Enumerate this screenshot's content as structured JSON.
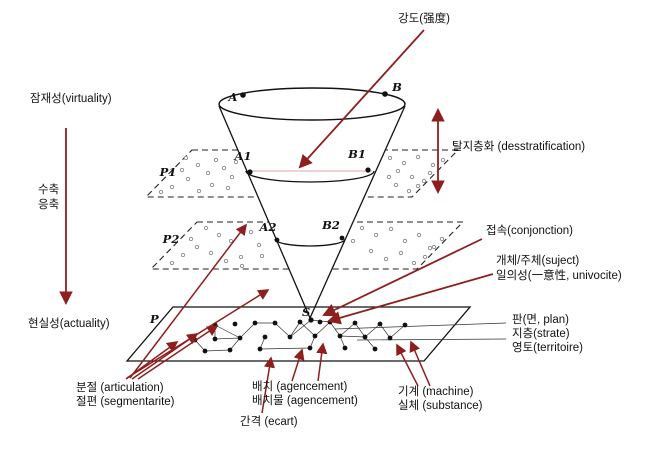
{
  "colors": {
    "arrow": "#8e1f1f",
    "line": "#111111",
    "faint": "#e0a0a0"
  },
  "labels": {
    "intensity": "강도(强度)",
    "virtuality": "잠재성(virtuality)",
    "contraction": "수축",
    "condensation": "응축",
    "actuality": "현실성(actuality)",
    "destratification": "탈지층화 (desstratification)",
    "conjunction": "접속(conjonction)",
    "subject": "개체/주체(suject)",
    "univocity": "일의성(一意性, univocite)",
    "plane": "판(면, plan)",
    "stratum": "지층(strate)",
    "territory": "영토(territoire)",
    "articulation": "분절 (articulation)",
    "segment": "절편 (segmentarite)",
    "arrangement": "배치 (agencement)",
    "arrangement_thing": "배치물 (agencement)",
    "gap": "간격 (ecart)",
    "machine": "기계 (machine)",
    "substance": "실체 (substance)"
  },
  "points": {
    "a": "A",
    "b": "B",
    "a1": "A1",
    "b1": "B1",
    "a2": "A2",
    "b2": "B2",
    "p1": "P1",
    "p2": "P2",
    "p": "P",
    "s": "S"
  }
}
